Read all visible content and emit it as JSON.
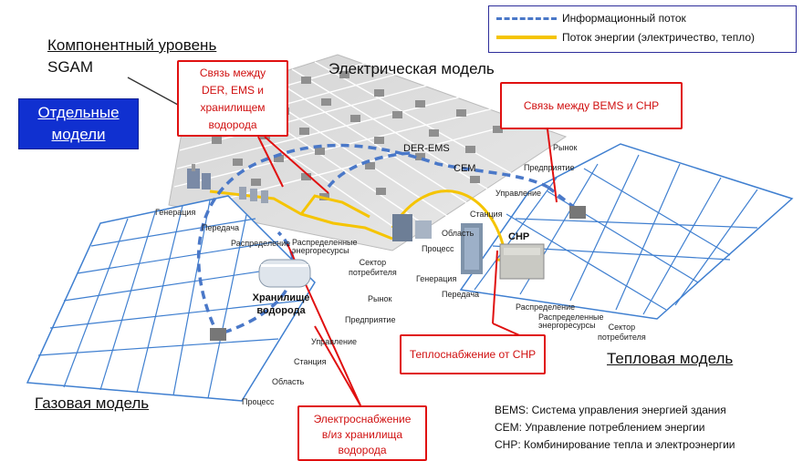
{
  "legend": {
    "info_flow": "Информационный поток",
    "energy_flow": "Поток энергии (электричество, тепло)",
    "colors": {
      "info": "#4a78c8",
      "energy": "#f5c400"
    }
  },
  "headings": {
    "component_line1": "Компонентный уровень",
    "component_line2": "SGAM",
    "electric_model": "Электрическая модель",
    "thermal_model": "Тепловая модель",
    "gas_model": "Газовая модель"
  },
  "separate_models": {
    "line1": "Отдельные",
    "line2": "модели"
  },
  "callouts": {
    "der_ems_line1": "Связь между",
    "der_ems_line2": "DER, EMS и",
    "der_ems_line3": "хранилищем",
    "der_ems_line4": "водорода",
    "bems_chp": "Связь между BEMS и CHP",
    "heat_supply": "Теплоснабжение от CHP",
    "power_line1": "Электроснабжение",
    "power_line2": "в/из хранилища",
    "power_line3": "водорода"
  },
  "diagram_labels": {
    "der_ems": "DER-EMS",
    "cem": "CEM",
    "chp": "CHP",
    "hydrogen_line1": "Хранилище",
    "hydrogen_line2": "водорода"
  },
  "electric_axis": {
    "generation": "Генерация",
    "transmission": "Передача",
    "distribution": "Распределение",
    "der_line1": "Распределенные",
    "der_line2": "энергоресурсы",
    "customer_line1": "Сектор",
    "customer_line2": "потребителя",
    "process": "Процесс",
    "field": "Область",
    "station": "Станция",
    "operation": "Управление",
    "enterprise": "Предприятие",
    "market": "Рынок"
  },
  "gas_axis": {
    "market": "Рынок",
    "enterprise": "Предприятие",
    "operation": "Управление",
    "station": "Станция",
    "field": "Область",
    "process": "Процесс"
  },
  "thermal_axis": {
    "generation": "Генерация",
    "transmission": "Передача",
    "distribution": "Распределение",
    "der_line1": "Распределенные",
    "der_line2": "энергоресурсы",
    "customer_line1": "Сектор",
    "customer_line2": "потребителя"
  },
  "footnotes": {
    "bems": "BEMS: Система управления энергией здания",
    "cem": "CEM: Управление потреблением энергии",
    "chp": "CHP: Комбинирование тепла и электроэнергии"
  }
}
